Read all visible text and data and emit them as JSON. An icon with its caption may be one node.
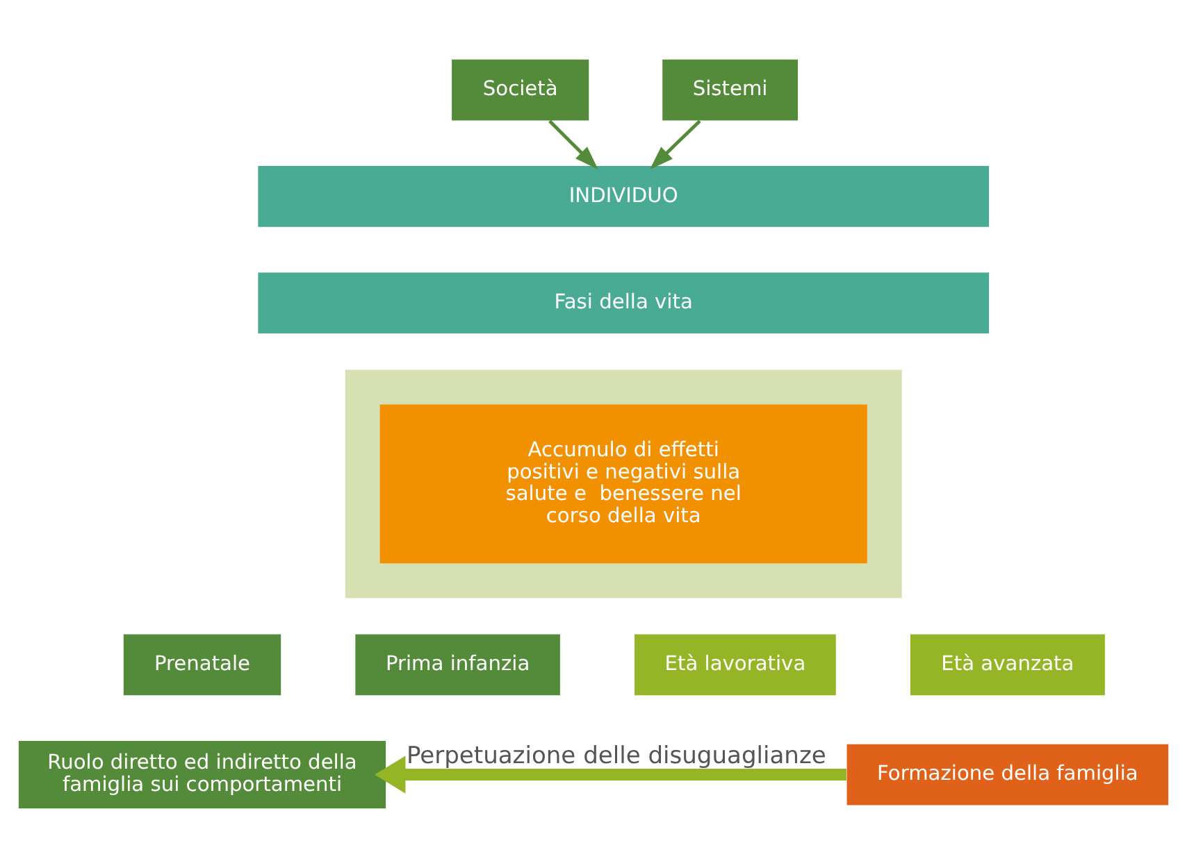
{
  "diagram": {
    "nodes": [
      {
        "text": [
          "Società"
        ]
      },
      {
        "text": [
          "Sistemi"
        ]
      },
      {
        "text": [
          "INDIVIDUO"
        ]
      },
      {
        "text": [
          "Fasi della vita"
        ]
      },
      {
        "text": [],
        "shape": "trapezoid"
      },
      {
        "text": [
          "Accumulo di effetti positivi e negativi sulla salute e  benessere nel corso della vita"
        ],
        "in": 4
      },
      {
        "text": [
          "Prenatale"
        ]
      },
      {
        "text": [
          "Prima infanzia"
        ]
      },
      {
        "text": [
          "Età lavorativa"
        ]
      },
      {
        "text": [
          "Età avanzata"
        ]
      },
      {
        "text": [
          "Ruolo diretto ed indiretto della famiglia sui comportamenti"
        ]
      },
      {
        "text": [
          "Formazione della famiglia"
        ]
      }
    ],
    "edges": [
      {
        "from": 0,
        "to": 2,
        "arrow": "to"
      },
      {
        "from": 1,
        "to": 2,
        "arrow": "to"
      },
      {
        "from": 11,
        "to": 10,
        "arrow": "to",
        "label": "Perpetuazione delle disuguaglianze",
        "style": "thick",
        "color": "#93b526"
      }
    ]
  }
}
